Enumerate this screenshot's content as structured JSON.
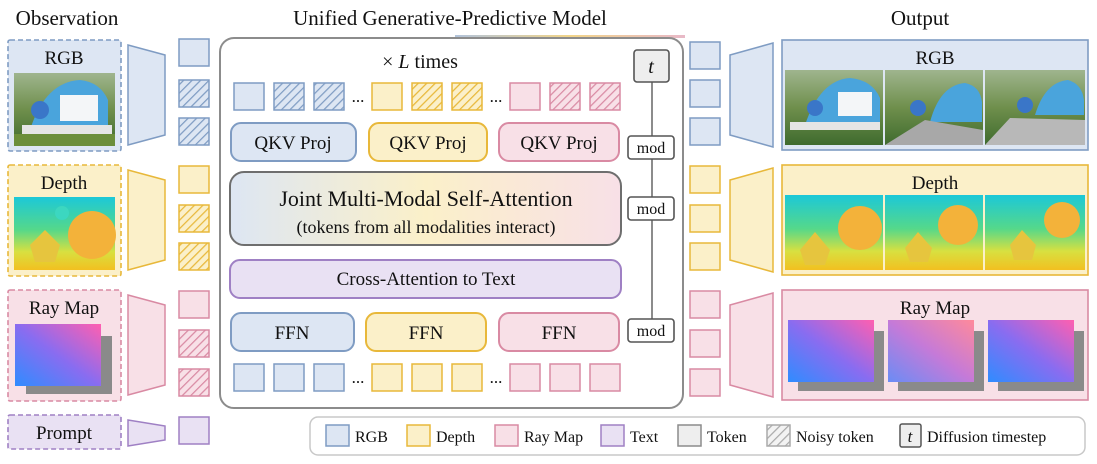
{
  "titles": {
    "observation": "Observation",
    "model": "Unified Generative-Predictive Model",
    "output": "Output"
  },
  "observation": {
    "rgb": "RGB",
    "depth": "Depth",
    "raymap": "Ray Map",
    "prompt": "Prompt"
  },
  "model": {
    "times_prefix": "× ",
    "times_var": "L",
    "times_suffix": " times",
    "timestep_symbol": "t",
    "ellipsis": "...",
    "qkv": [
      "QKV Proj",
      "QKV Proj",
      "QKV Proj"
    ],
    "mod": [
      "mod",
      "mod",
      "mod"
    ],
    "attention_title": "Joint Multi-Modal Self-Attention",
    "attention_subtitle": "(tokens from all modalities interact)",
    "cross_attention": "Cross-Attention to Text",
    "ffn": [
      "FFN",
      "FFN",
      "FFN"
    ]
  },
  "output": {
    "rgb": "RGB",
    "depth": "Depth",
    "raymap": "Ray Map"
  },
  "legend": {
    "items": [
      "RGB",
      "Depth",
      "Ray Map",
      "Text",
      "Token",
      "Noisy token"
    ],
    "timestep_symbol": "t",
    "timestep_label": "Diffusion timestep"
  },
  "colors": {
    "rgb": "#7f9cc3",
    "rgb_fill": "#dde6f3",
    "depth": "#e8b83a",
    "depth_fill": "#fbf0c9",
    "raymap": "#d98aa3",
    "raymap_fill": "#f8e0e7",
    "text": "#9f80c4",
    "text_fill": "#e9e1f3",
    "token": "#8c8c8c",
    "token_fill": "#eeeeee"
  },
  "icons": {
    "noisy": "diagonal-hatch-pattern",
    "arrow": "trapezoid-encoder-icon",
    "timestep": "timestep-box-icon"
  }
}
